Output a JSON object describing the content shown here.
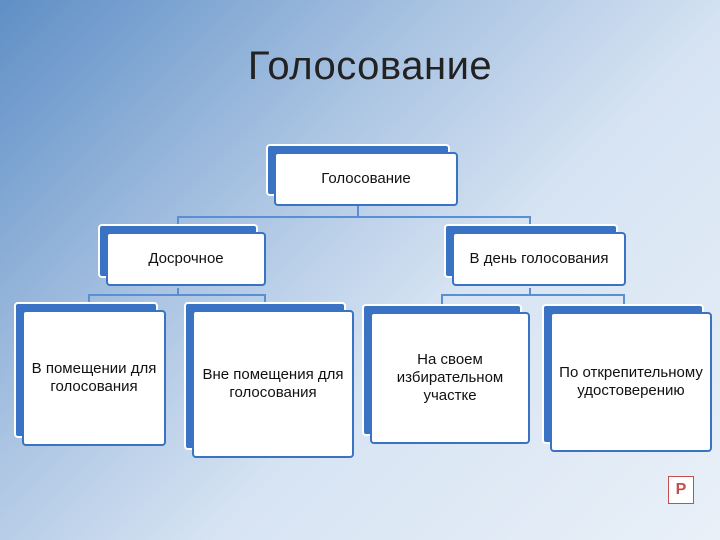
{
  "title": "Голосование",
  "root": "Голосование",
  "level1": [
    "Досрочное",
    "В день голосования"
  ],
  "level2": [
    "В помещении для голосования",
    "Вне помещения для голосования",
    "На своем избирательном участке",
    "По открепительному удостоверению"
  ],
  "colors": {
    "box_border": "#3a73c3",
    "connector": "#5b8fd3"
  },
  "icon": "powerpoint-file-icon"
}
